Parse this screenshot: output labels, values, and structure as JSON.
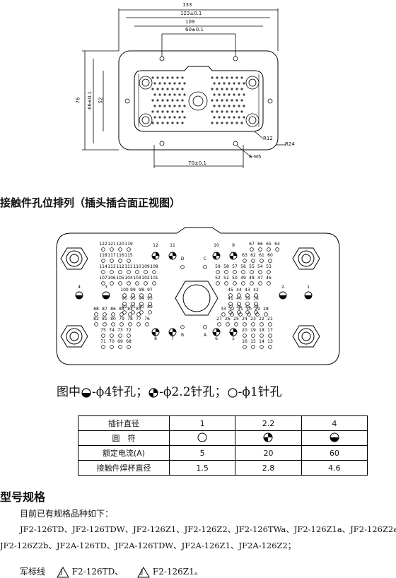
{
  "drawing": {
    "dims": {
      "d133": "133",
      "d123": "123±0.1",
      "d109": "109",
      "d60": "60±0.1",
      "d76": "76",
      "d66": "66±0.1",
      "d52": "52",
      "d70": "70±0.1",
      "r12": "R12",
      "r24": "R24",
      "m5": "6-M5"
    }
  },
  "section1_title": "接触件孔位排列（插头插合面正视图）",
  "pin_labels": {
    "top_left_rows": [
      [
        "122",
        "121",
        "120",
        "119"
      ],
      [
        "118",
        "117",
        "116",
        "115"
      ],
      [
        "114",
        "113",
        "112",
        "111",
        "110",
        "109",
        "108"
      ],
      [
        "107",
        "106",
        "105",
        "104",
        "103",
        "102",
        "101"
      ],
      [
        "100",
        "99",
        "98",
        "97"
      ],
      [
        "96",
        "95",
        "94",
        "93"
      ],
      [
        "92",
        "91",
        "90",
        "89"
      ],
      [
        "88",
        "87",
        "86",
        "85",
        "84",
        "83"
      ],
      [
        "82",
        "81",
        "80",
        "79",
        "78",
        "77",
        "76"
      ],
      [
        "75",
        "74",
        "73",
        "72"
      ],
      [
        "71",
        "70",
        "69",
        "68"
      ]
    ],
    "top_right_rows": [
      [
        "67",
        "66",
        "65",
        "64"
      ],
      [
        "63",
        "62",
        "61",
        "60"
      ],
      [
        "59",
        "58",
        "57",
        "56",
        "55",
        "54",
        "53"
      ],
      [
        "52",
        "51",
        "50",
        "49",
        "48",
        "47",
        "46"
      ],
      [
        "45",
        "44",
        "43",
        "42"
      ],
      [
        "41",
        "40",
        "39",
        "38"
      ],
      [
        "37",
        "36",
        "35",
        "34"
      ],
      [
        "33",
        "32",
        "31",
        "30",
        "29",
        "28"
      ],
      [
        "27",
        "26",
        "25",
        "24",
        "23",
        "22",
        "21"
      ],
      [
        "20",
        "19",
        "18",
        "17"
      ],
      [
        "16",
        "15",
        "14",
        "13"
      ]
    ],
    "singles": [
      "12",
      "11",
      "10",
      "9",
      "8",
      "7",
      "6",
      "5",
      "4",
      "3",
      "2",
      "1",
      "D",
      "C",
      "B",
      "A"
    ]
  },
  "legend": {
    "prefix": "图中",
    "item1": "-ϕ4针孔；",
    "item2": "-ϕ2.2针孔；",
    "item3": "-ϕ1针孔"
  },
  "table": {
    "rows": [
      {
        "header": "插针直径",
        "cells": [
          "1",
          "2.2",
          "4"
        ]
      },
      {
        "header": "圆　符",
        "cells": [
          "",
          "",
          ""
        ]
      },
      {
        "header": "额定电流(A)",
        "cells": [
          "5",
          "20",
          "60"
        ]
      },
      {
        "header": "接触件焊杯直径",
        "cells": [
          "1.5",
          "2.8",
          "4.6"
        ]
      }
    ]
  },
  "section2_title": "型号规格",
  "intro": "目前已有规格品种如下：",
  "models_line1": "JF2-126TD、JF2-126TDW、JF2-126Z1、JF2-126Z2、JF2-126TWa、JF2-126Z1a、JF2-126Z2a、",
  "models_line2": "JF2-126Z2b、JF2A-126TD、JF2A-126TDW、JF2A-126Z1、JF2A-126Z2；",
  "military": {
    "label": "军标线",
    "mark": "J",
    "item1": "F2-126TD、",
    "item2": "F2-126Z1。"
  }
}
